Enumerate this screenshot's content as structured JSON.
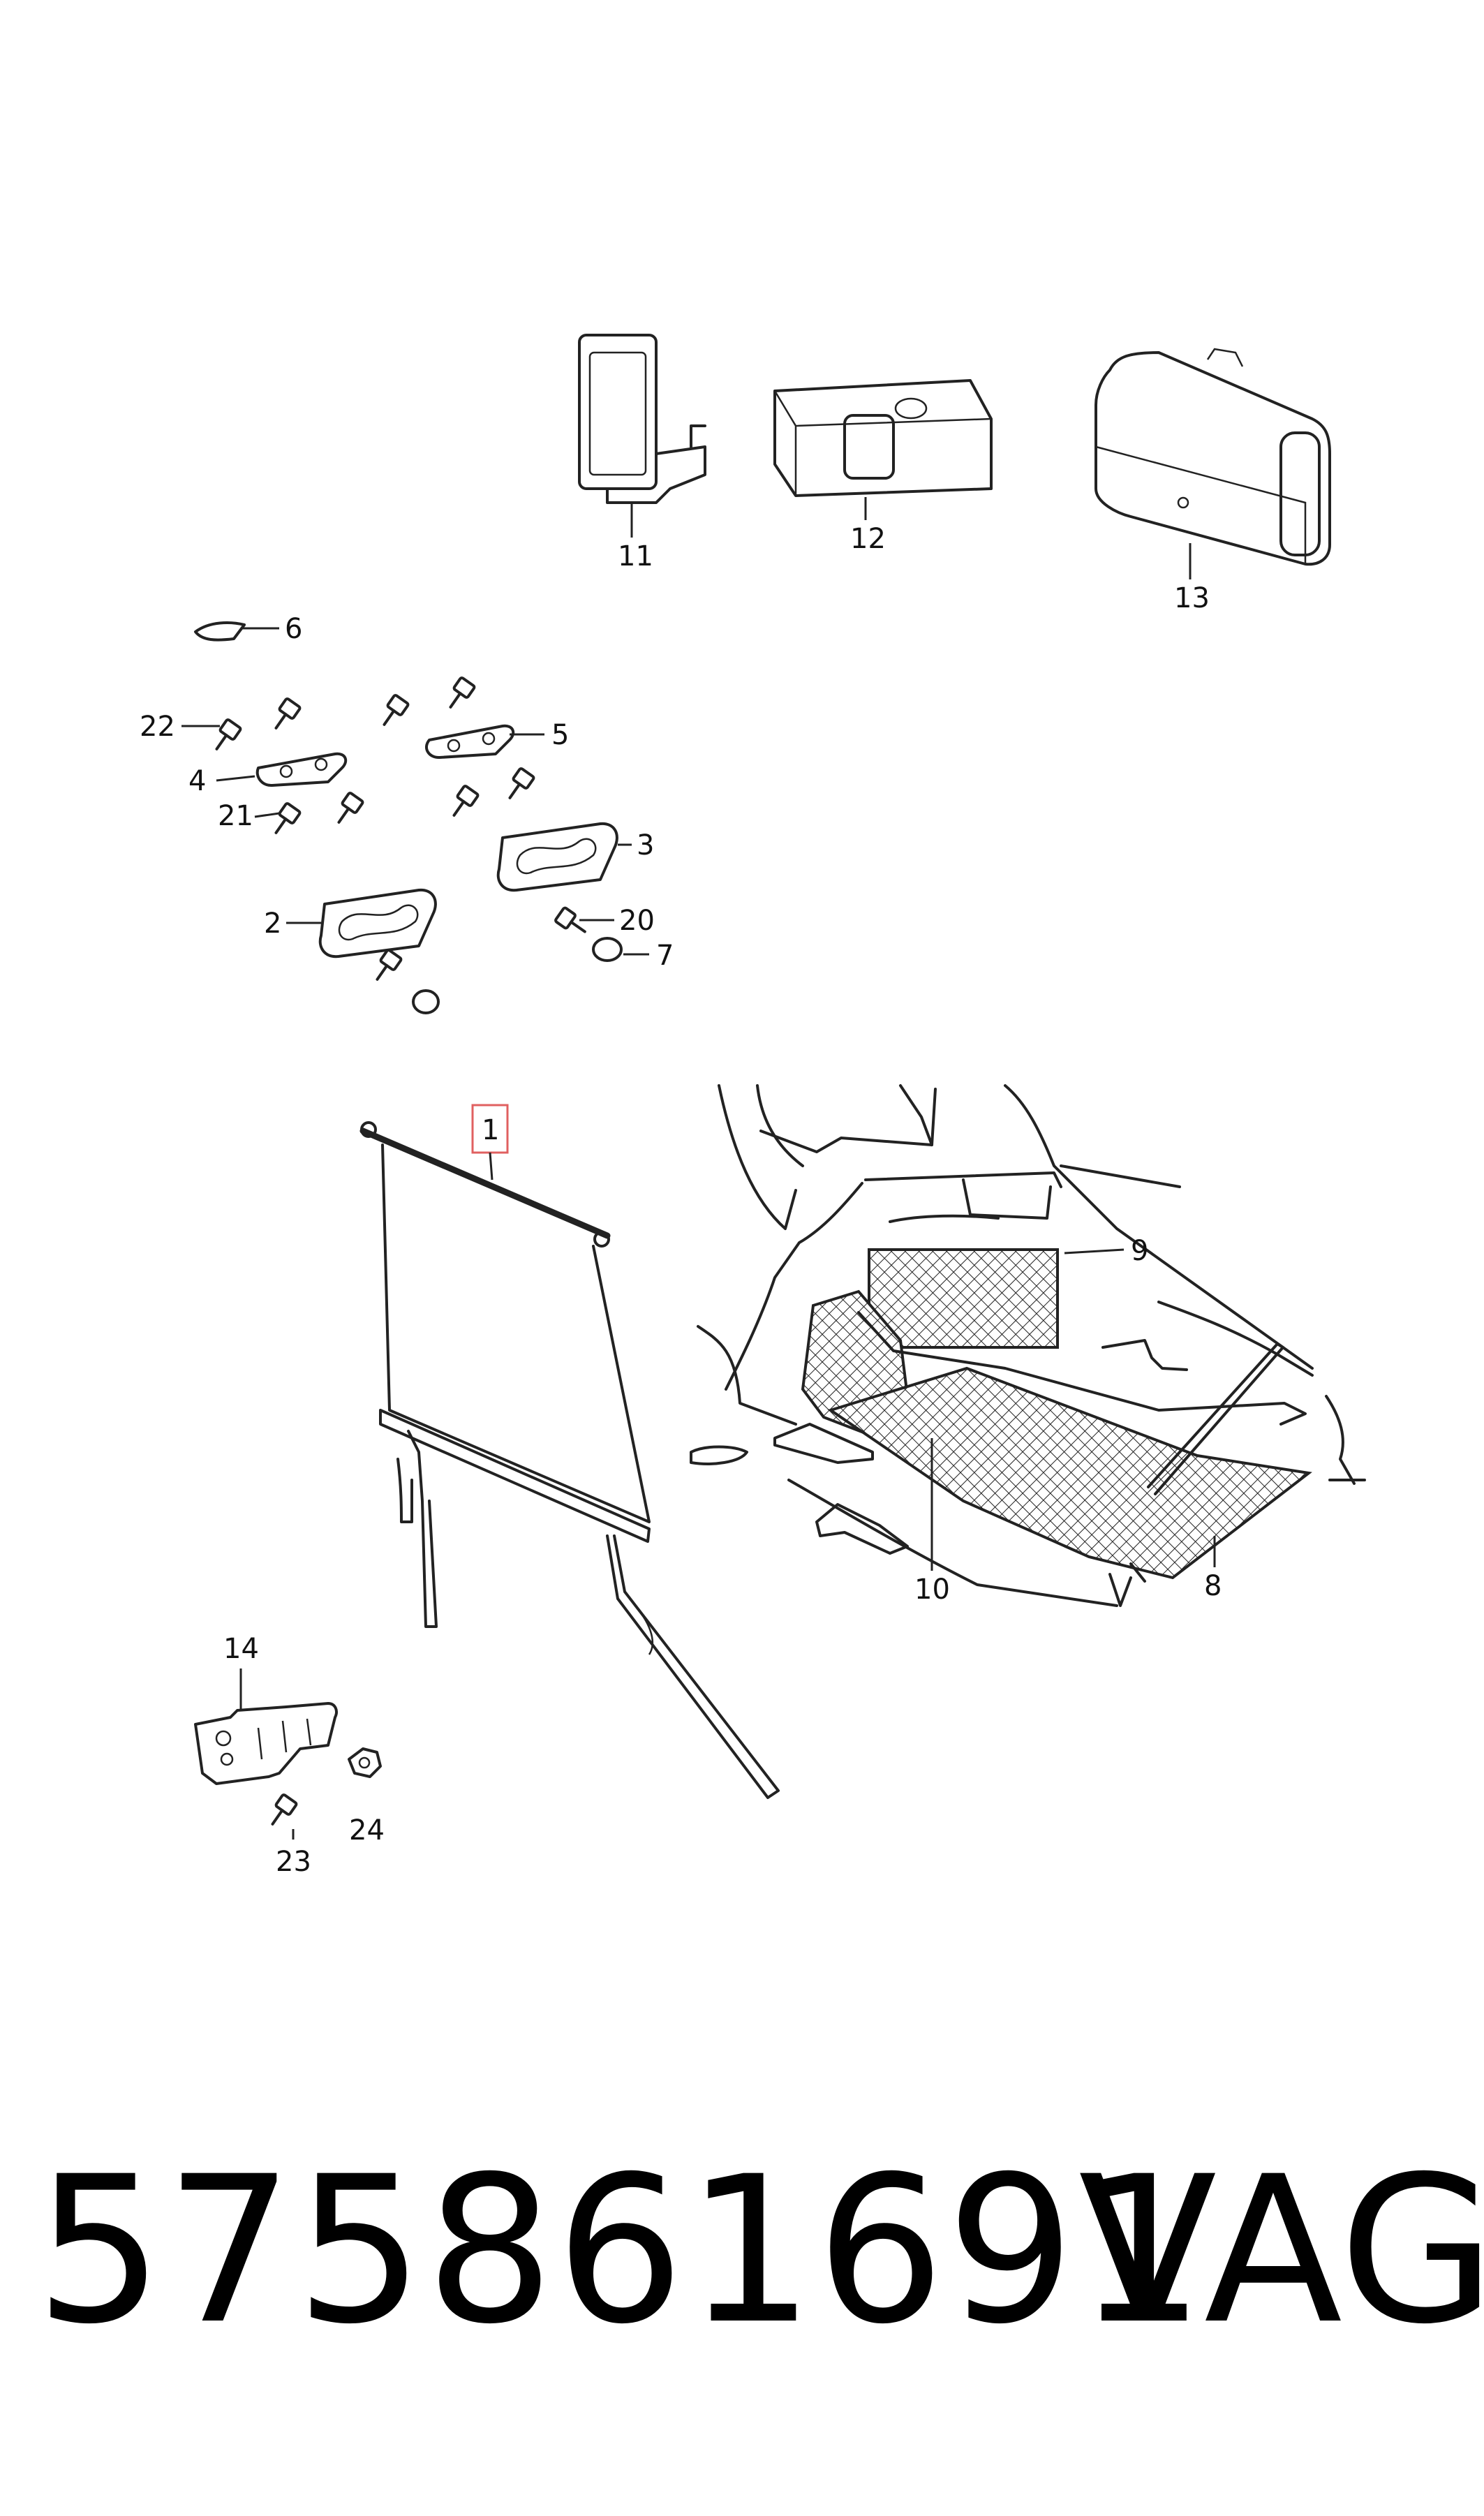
{
  "footer": {
    "part_number": "575861691",
    "brand": "VAG"
  },
  "callouts": {
    "c1": "1",
    "c2": "2",
    "c3": "3",
    "c4": "4",
    "c5": "5",
    "c6": "6",
    "c7": "7",
    "c8": "8",
    "c9": "9",
    "c10": "10",
    "c11": "11",
    "c12": "12",
    "c13": "13",
    "c14": "14",
    "c20": "20",
    "c21": "21",
    "c22": "22",
    "c23": "23",
    "c24": "24"
  },
  "highlight_color": "#e06060"
}
